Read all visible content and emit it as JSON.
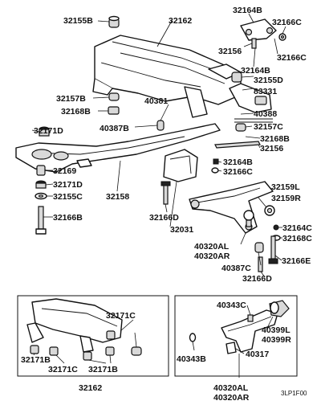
{
  "colors": {
    "line": "#111111",
    "shade": "#d9d9d9",
    "background": "#ffffff"
  },
  "labels": {
    "p32155B": "32155B",
    "p32162_top": "32162",
    "p32164B_top": "32164B",
    "p32166C_a": "32166C",
    "p32156_a": "32156",
    "p32166C_b": "32166C",
    "p32164B_b": "32164B",
    "p32155D": "32155D",
    "p83331": "83331",
    "p32157B": "32157B",
    "p40381": "40381",
    "p32168B_a": "32168B",
    "p40388": "40388",
    "p32171D_a": "32171D",
    "p40387B": "40387B",
    "p32157C": "32157C",
    "p32168B_b": "32168B",
    "p32156_b": "32156",
    "p32164B_c": "32164B",
    "p32166C_c": "32166C",
    "p32169": "32169",
    "p32171D_b": "32171D",
    "p32159L": "32159L",
    "p32159R": "32159R",
    "p32155C": "32155C",
    "p32158": "32158",
    "p32166B": "32166B",
    "p32166D_a": "32166D",
    "p32164C": "32164C",
    "p32168C": "32168C",
    "p32031": "32031",
    "p40320AL_a": "40320AL",
    "p40320AR_a": "40320AR",
    "p32166E": "32166E",
    "p40387C": "40387C",
    "p32166D_b": "32166D",
    "p32171C_a": "32171C",
    "p32171B_a": "32171B",
    "p32171C_b": "32171C",
    "p32171B_b": "32171B",
    "p32162_box": "32162",
    "p40343C": "40343C",
    "p40399L": "40399L",
    "p40399R": "40399R",
    "p40343B": "40343B",
    "p40317": "40317",
    "p40320AL_b": "40320AL",
    "p40320AR_b": "40320AR"
  },
  "figure_code": "3LP1F00"
}
